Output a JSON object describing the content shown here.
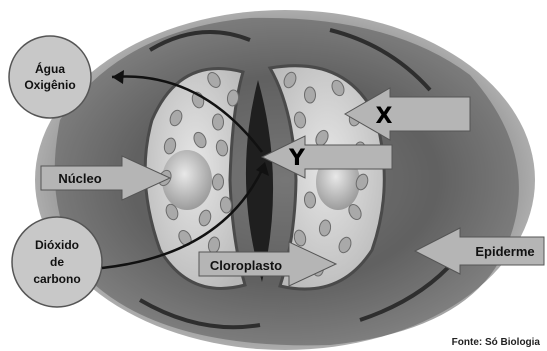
{
  "labels": {
    "agua_line1": "Água",
    "agua_line2": "Oxigênio",
    "nucleo": "Núcleo",
    "dioxido_line1": "Dióxido",
    "dioxido_line2": "de",
    "dioxido_line3": "carbono",
    "cloroplasto": "Cloroplasto",
    "epiderme": "Epiderme",
    "x": "X",
    "y": "Y"
  },
  "credit": "Fonte: Só Biologia",
  "colors": {
    "background": "#ffffff",
    "tissue_dark": "#4a4a4a",
    "guard_cell": "#d4d4d4",
    "chloroplast": "#a9a9a9",
    "label_bubble": "#c8c8c8",
    "arrow_fill": "#b5b5b5"
  }
}
